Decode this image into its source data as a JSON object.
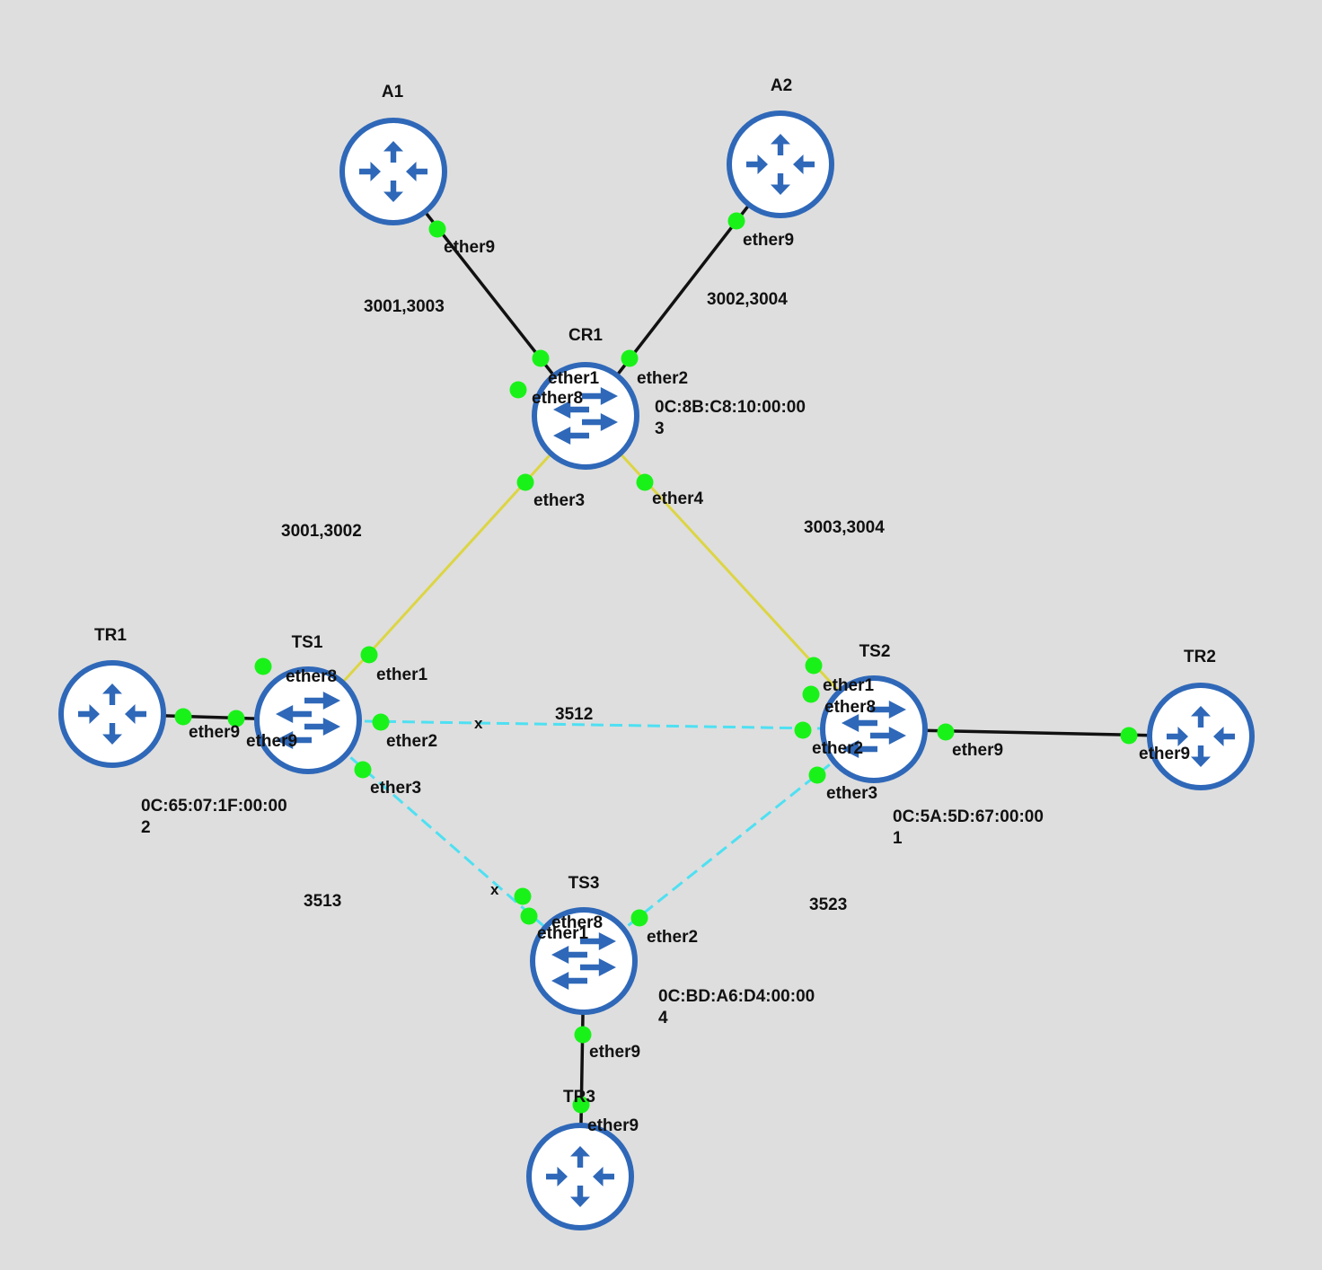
{
  "colors": {
    "background": "#dedede",
    "node_stroke": "#2f68b8",
    "node_fill": "#ffffff",
    "icon": "#2f68b8",
    "port_dot": "#19f219",
    "trunk_line": "#dcd544",
    "access_line": "#111111",
    "tunnel_line": "#4ee0f2"
  },
  "nodes": [
    {
      "id": "A1",
      "name": "A1",
      "kind": "router",
      "icon": "router-icon"
    },
    {
      "id": "A2",
      "name": "A2",
      "kind": "router",
      "icon": "router-icon"
    },
    {
      "id": "CR1",
      "name": "CR1",
      "kind": "switch",
      "icon": "switch-icon",
      "mac_line1": "0C:8B:C8:10:00:00",
      "mac_line2": "3"
    },
    {
      "id": "TS1",
      "name": "TS1",
      "kind": "switch",
      "icon": "switch-icon",
      "mac_line1": "0C:65:07:1F:00:00",
      "mac_line2": "2"
    },
    {
      "id": "TS2",
      "name": "TS2",
      "kind": "switch",
      "icon": "switch-icon",
      "mac_line1": "0C:5A:5D:67:00:00",
      "mac_line2": "1"
    },
    {
      "id": "TS3",
      "name": "TS3",
      "kind": "switch",
      "icon": "switch-icon",
      "mac_line1": "0C:BD:A6:D4:00:00",
      "mac_line2": "4"
    },
    {
      "id": "TR1",
      "name": "TR1",
      "kind": "router",
      "icon": "router-icon"
    },
    {
      "id": "TR2",
      "name": "TR2",
      "kind": "router",
      "icon": "router-icon"
    },
    {
      "id": "TR3",
      "name": "TR3",
      "kind": "router",
      "icon": "router-icon"
    }
  ],
  "links": [
    {
      "id": "l1",
      "from": "A1",
      "to": "CR1",
      "style": "access",
      "vlan_label": "3001,3003",
      "from_port": "ether9",
      "to_port": "ether1"
    },
    {
      "id": "l2",
      "from": "A2",
      "to": "CR1",
      "style": "access",
      "vlan_label": "3002,3004",
      "from_port": "ether9",
      "to_port": "ether2"
    },
    {
      "id": "l3",
      "from": "CR1",
      "to": "TS1",
      "style": "trunk",
      "vlan_label": "3001,3002",
      "from_port": "ether3",
      "to_port": "ether1"
    },
    {
      "id": "l4",
      "from": "CR1",
      "to": "TS2",
      "style": "trunk",
      "vlan_label": "3003,3004",
      "from_port": "ether4",
      "to_port": "ether1"
    },
    {
      "id": "l5",
      "from": "TS1",
      "to": "TS2",
      "style": "tunnel",
      "vlan_label": "3512",
      "from_port": "ether2",
      "to_port": "ether2",
      "mark": "x"
    },
    {
      "id": "l6",
      "from": "TS1",
      "to": "TS3",
      "style": "tunnel",
      "vlan_label": "3513",
      "from_port": "ether3",
      "to_port": "ether1",
      "mark": "x"
    },
    {
      "id": "l7",
      "from": "TS2",
      "to": "TS3",
      "style": "tunnel",
      "vlan_label": "3523",
      "from_port": "ether3",
      "to_port": "ether2"
    },
    {
      "id": "l8",
      "from": "TR1",
      "to": "TS1",
      "style": "access",
      "from_port": "ether9",
      "to_port": "ether9"
    },
    {
      "id": "l9",
      "from": "TS2",
      "to": "TR2",
      "style": "access",
      "from_port": "ether9",
      "to_port": "ether9"
    },
    {
      "id": "l10",
      "from": "TS3",
      "to": "TR3",
      "style": "access",
      "from_port": "ether9",
      "to_port": "ether9"
    }
  ],
  "unlinked_ports": [
    {
      "node": "CR1",
      "port": "ether8"
    },
    {
      "node": "TS1",
      "port": "ether8"
    },
    {
      "node": "TS2",
      "port": "ether8"
    },
    {
      "node": "TS3",
      "port": "ether8"
    }
  ]
}
